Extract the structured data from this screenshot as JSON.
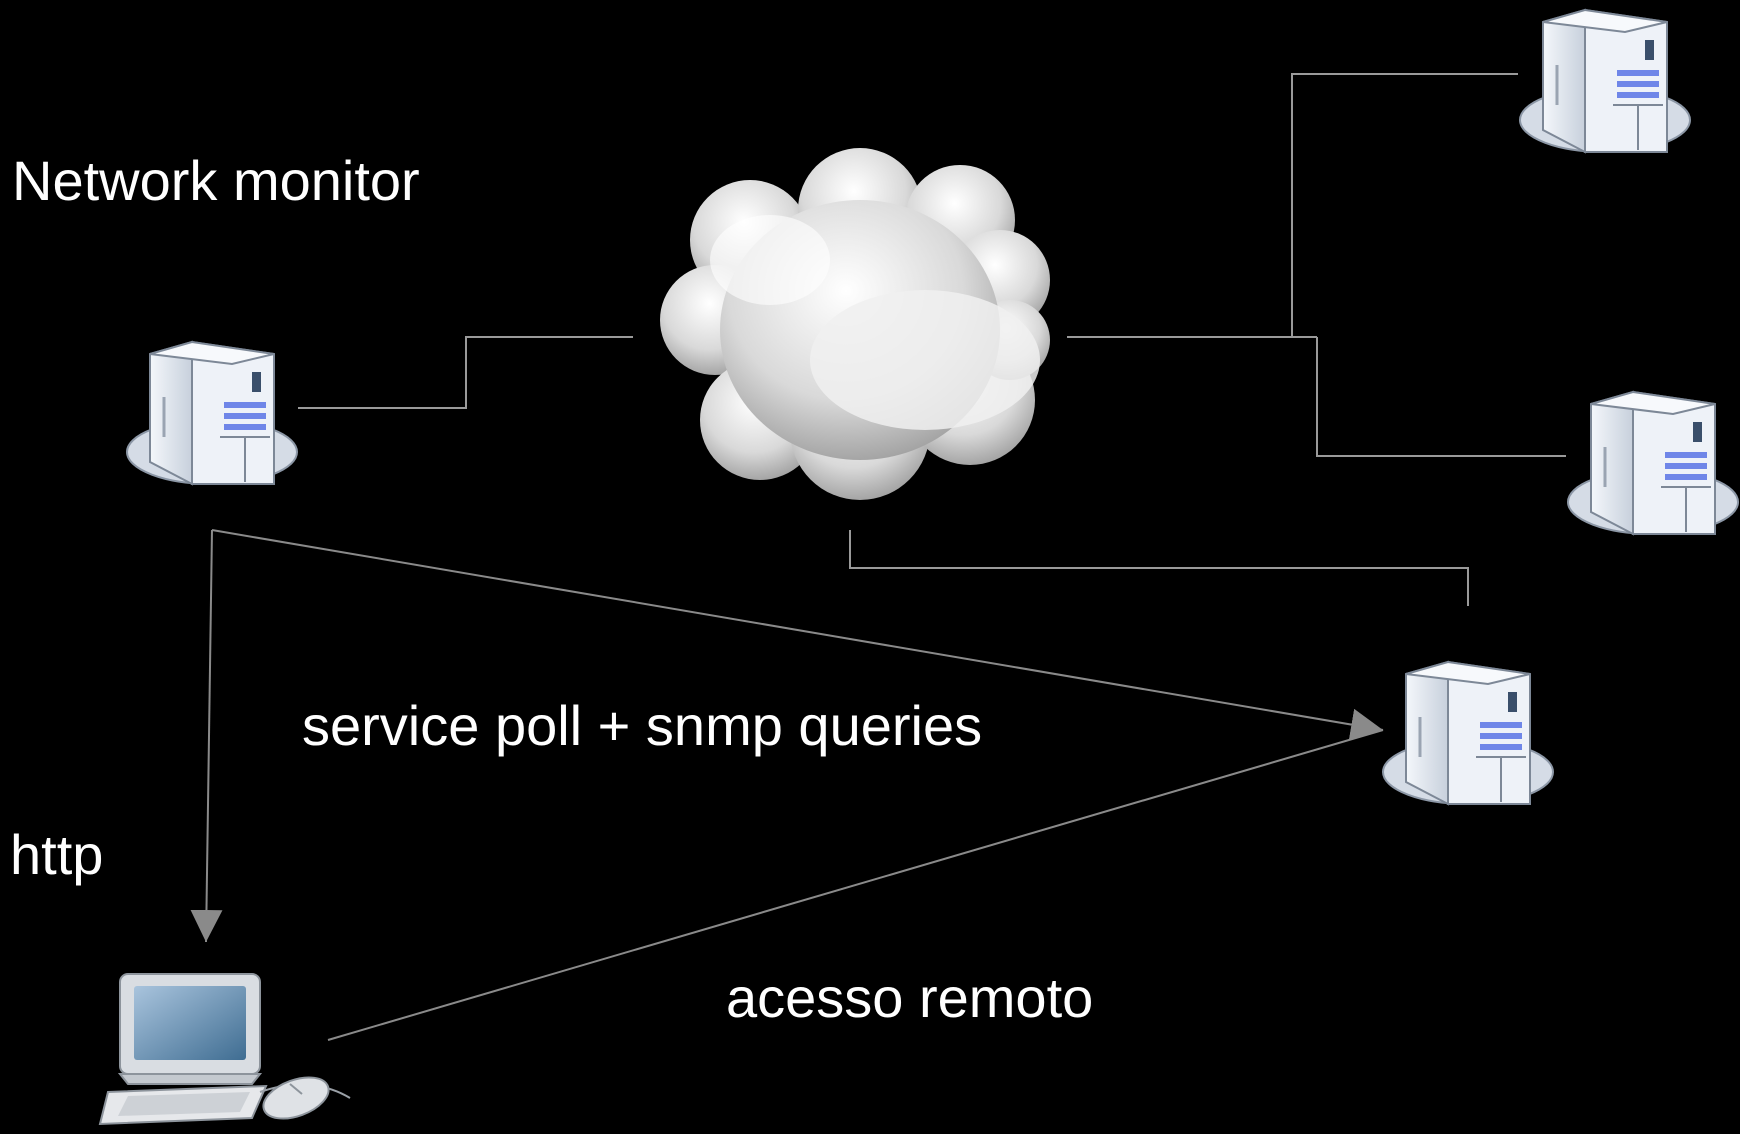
{
  "labels": {
    "network_monitor": "Network monitor",
    "http": "http",
    "service_poll": "service poll + snmp queries",
    "remote_access": "acesso remoto"
  },
  "colors": {
    "background": "#000000",
    "text": "#ffffff",
    "connector": "#9a9a9a",
    "arrow": "#8a8a8a",
    "server_body": "#e6edf6",
    "server_accent": "#6f86e8",
    "cloud": "#d6d6d6"
  },
  "icons": [
    "server-icon",
    "cloud-icon",
    "laptop-icon",
    "mouse-icon"
  ]
}
